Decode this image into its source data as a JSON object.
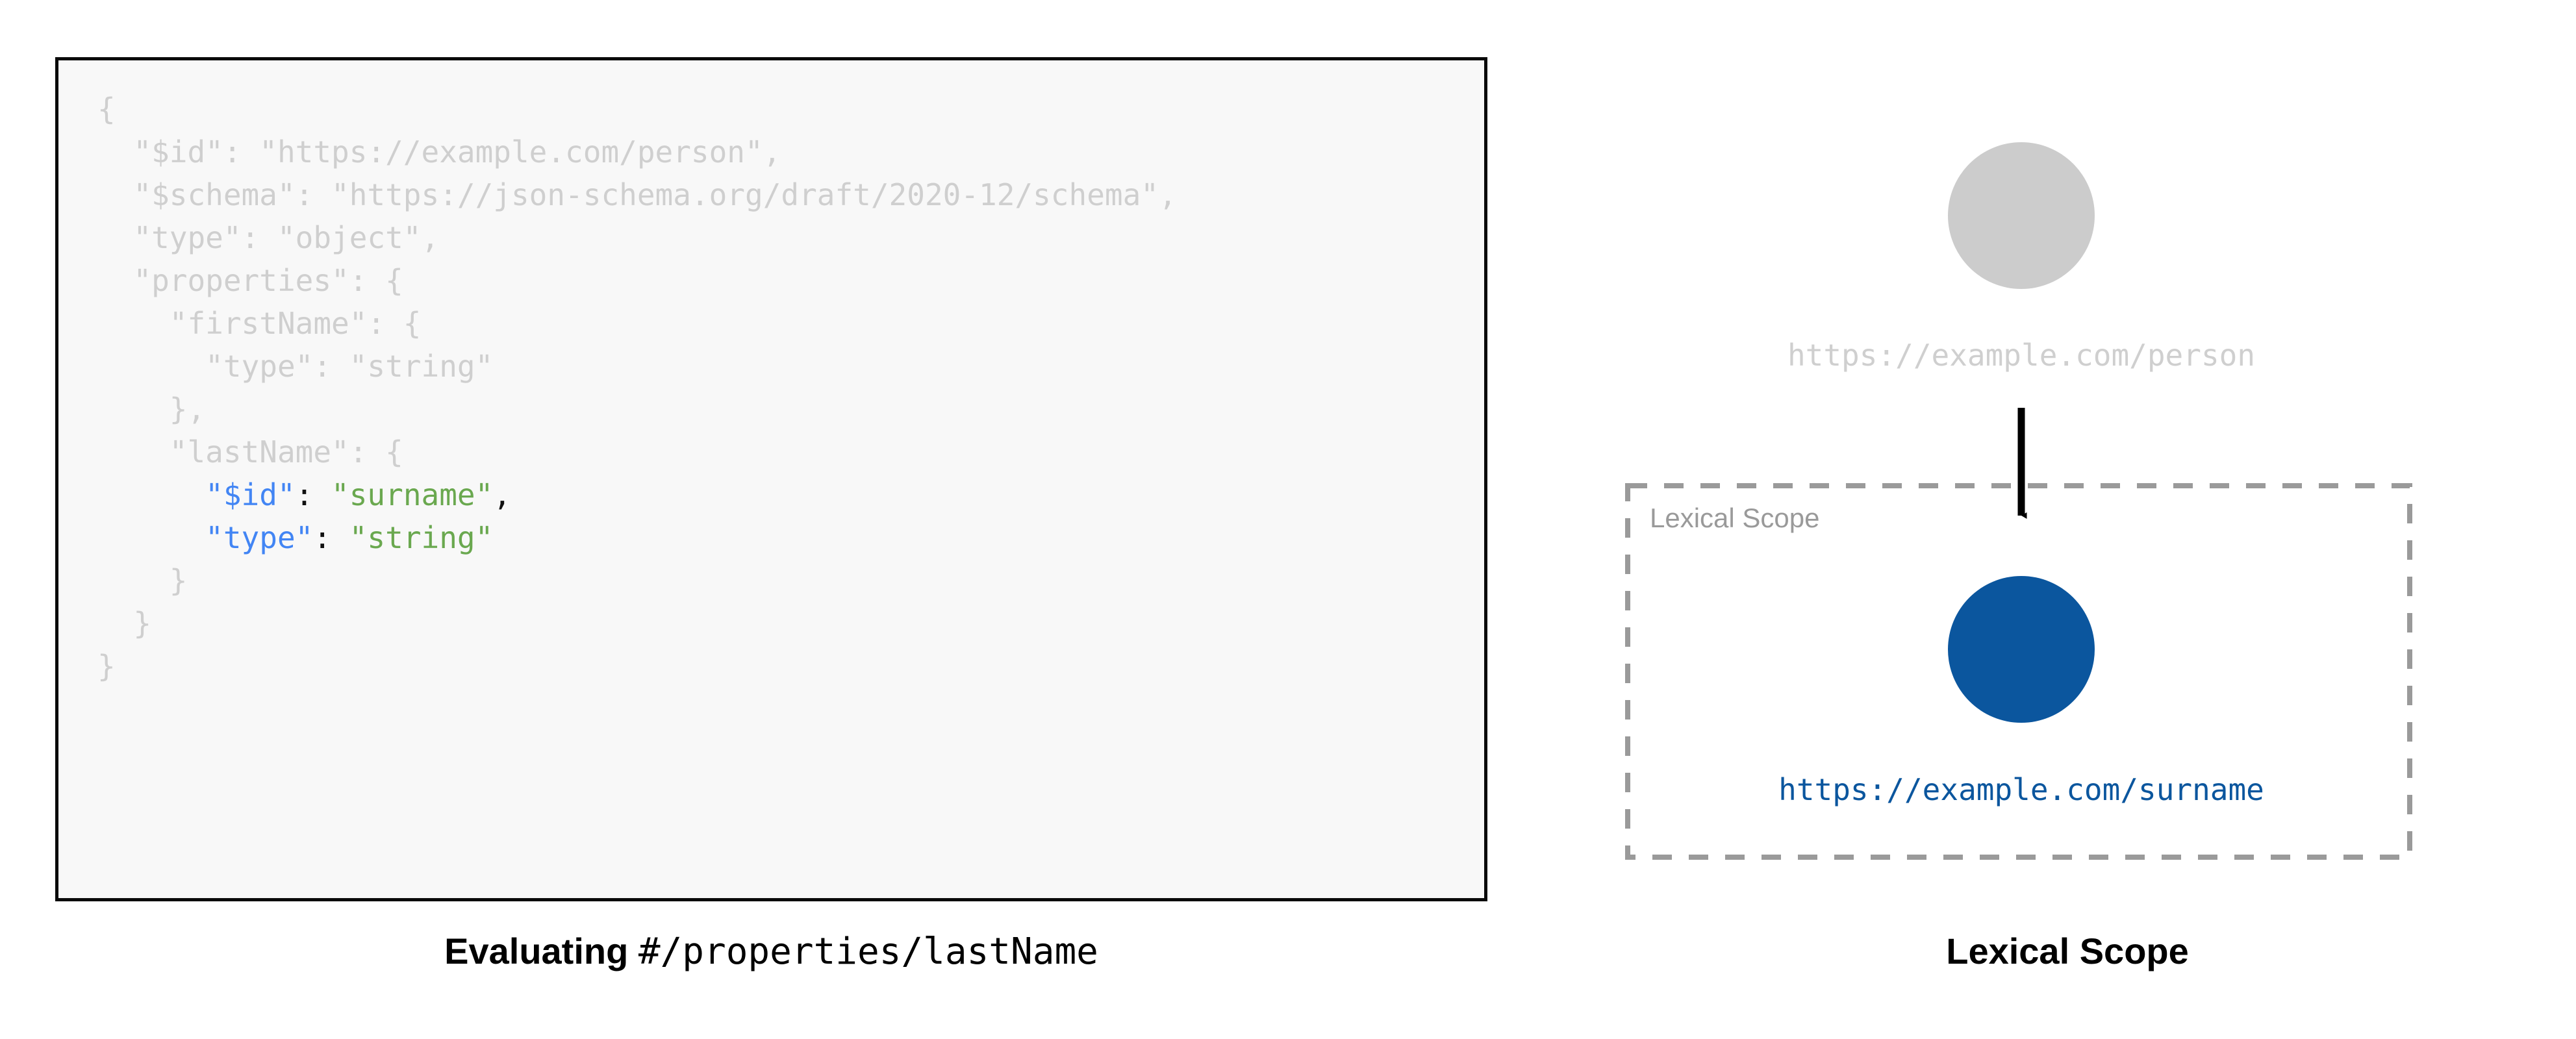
{
  "code_panel": {
    "name": "json-schema-source",
    "background_color": "#f8f8f8",
    "border_color": "#0a0a0a",
    "dim_color": "#cfcfcf",
    "key_color": "#4285f4",
    "string_color": "#6aa84f",
    "punctuation_color": "#111111",
    "lines": [
      {
        "indent": 0,
        "dim": true,
        "text": "{"
      },
      {
        "indent": 1,
        "dim": true,
        "text": "\"$id\": \"https://example.com/person\","
      },
      {
        "indent": 1,
        "dim": true,
        "text": "\"$schema\": \"https://json-schema.org/draft/2020-12/schema\","
      },
      {
        "indent": 1,
        "dim": true,
        "text": "\"type\": \"object\","
      },
      {
        "indent": 1,
        "dim": true,
        "text": "\"properties\": {"
      },
      {
        "indent": 2,
        "dim": true,
        "text": "\"firstName\": {"
      },
      {
        "indent": 3,
        "dim": true,
        "text": "\"type\": \"string\""
      },
      {
        "indent": 2,
        "dim": true,
        "text": "},"
      },
      {
        "indent": 2,
        "dim": true,
        "text": "\"lastName\": {"
      },
      {
        "indent": 3,
        "dim": false,
        "key": "\"$id\"",
        "colon": ": ",
        "value": "\"surname\"",
        "tail": ","
      },
      {
        "indent": 3,
        "dim": false,
        "key": "\"type\"",
        "colon": ": ",
        "value": "\"string\"",
        "tail": ""
      },
      {
        "indent": 2,
        "dim": true,
        "text": "}"
      },
      {
        "indent": 1,
        "dim": true,
        "text": "}"
      },
      {
        "indent": 0,
        "dim": true,
        "text": "}"
      }
    ]
  },
  "diagram": {
    "name": "lexical-scope-diagram",
    "parent_node": {
      "label": "https://example.com/person",
      "fill": "#cccccc",
      "label_color": "#cfcfcf"
    },
    "arrow": {
      "color": "#000000",
      "direction": "down"
    },
    "scope_box": {
      "tag": "Lexical Scope",
      "border_style": "dashed",
      "border_color": "#9a9a9a",
      "tag_color": "#9a9a9a"
    },
    "child_node": {
      "label": "https://example.com/surname",
      "fill": "#0b569e",
      "label_color": "#0b569e"
    }
  },
  "captions": {
    "left_bold": "Evaluating",
    "left_mono": "#/properties/lastName",
    "right": "Lexical Scope"
  }
}
